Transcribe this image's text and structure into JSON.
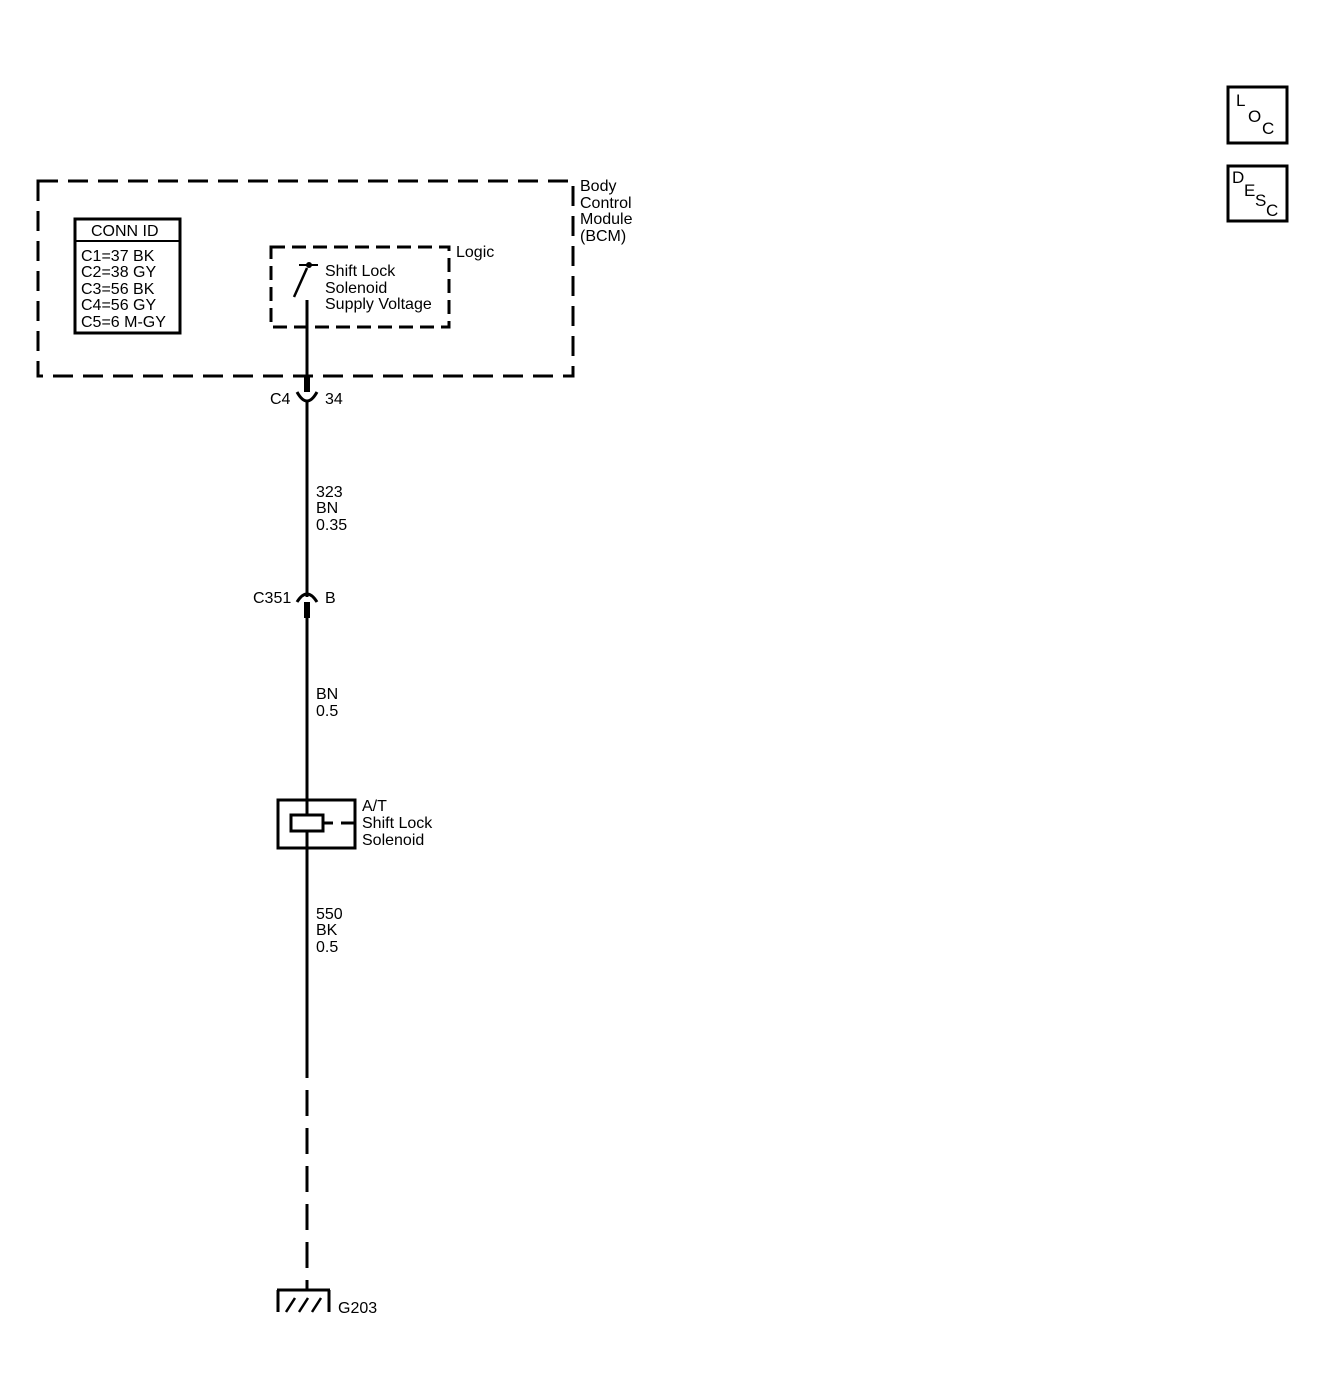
{
  "buttons": {
    "loc": {
      "l1": "L",
      "l2": "O",
      "l3": "C"
    },
    "desc": {
      "l1": "D",
      "l2": "E",
      "l3": "S",
      "l4": "C"
    }
  },
  "module": {
    "name_lines": [
      "Body",
      "Control",
      "Module",
      "(BCM)"
    ],
    "conn_id": {
      "title": "CONN ID",
      "rows": [
        "C1=37 BK",
        "C2=38 GY",
        "C3=56 BK",
        "C4=56 GY",
        "C5=6 M-GY"
      ]
    },
    "logic": {
      "label": "Logic",
      "function_lines": [
        "Shift Lock",
        "Solenoid",
        "Supply Voltage"
      ]
    }
  },
  "connectors": {
    "bcm": {
      "id": "C4",
      "pin": "34"
    },
    "inline": {
      "id": "C351",
      "pin": "B"
    }
  },
  "wires": {
    "w1": [
      "323",
      "BN",
      "0.35"
    ],
    "w2": [
      "BN",
      "0.5"
    ],
    "w3": [
      "550",
      "BK",
      "0.5"
    ]
  },
  "solenoid": {
    "name_lines": [
      "A/T",
      "Shift Lock",
      "Solenoid"
    ]
  },
  "ground": {
    "id": "G203"
  }
}
